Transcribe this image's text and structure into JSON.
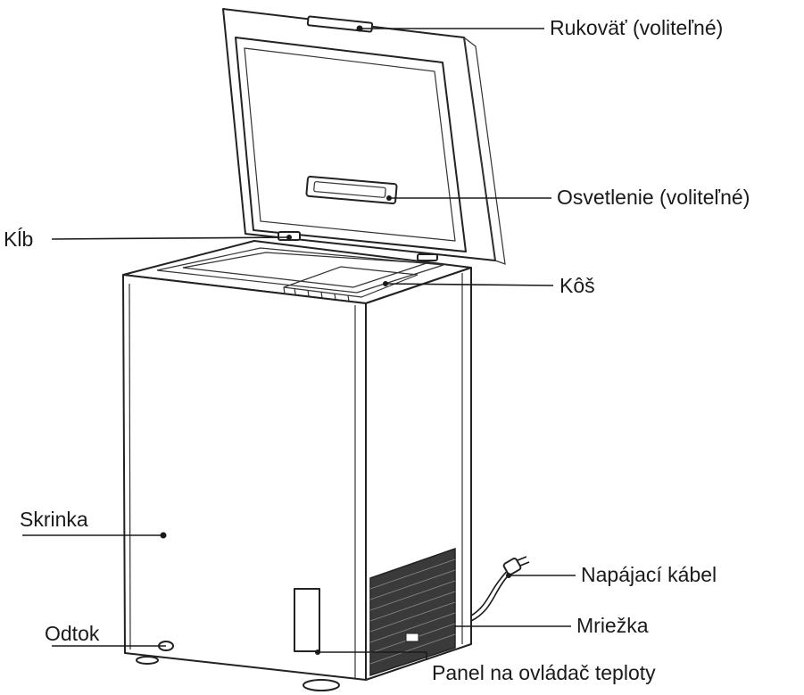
{
  "labels": {
    "handle": "Rukoväť (voliteľné)",
    "light": "Osvetlenie (voliteľné)",
    "hinge": "Kĺb",
    "basket": "Kôš",
    "cabinet": "Skrinka",
    "power_cable": "Napájací kábel",
    "grille": "Mriežka",
    "drain": "Odtok",
    "temp_panel": "Panel na ovládač teploty"
  }
}
